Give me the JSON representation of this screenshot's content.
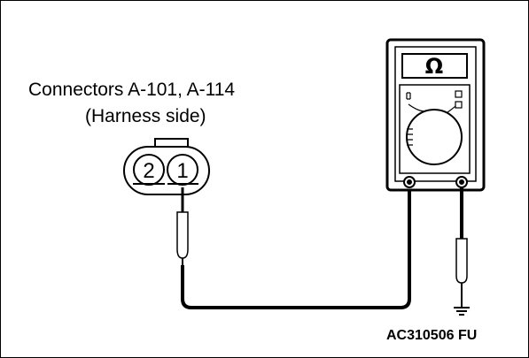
{
  "labels": {
    "connector_title": "Connectors A-101, A-114",
    "connector_subtitle": "(Harness side)",
    "figure_code": "AC310506 FU",
    "meter_unit": "Ω",
    "pin_1": "1",
    "pin_2": "2"
  },
  "icons": {
    "meter": "multimeter-icon",
    "ground": "ground-icon",
    "connector": "connector-icon"
  }
}
